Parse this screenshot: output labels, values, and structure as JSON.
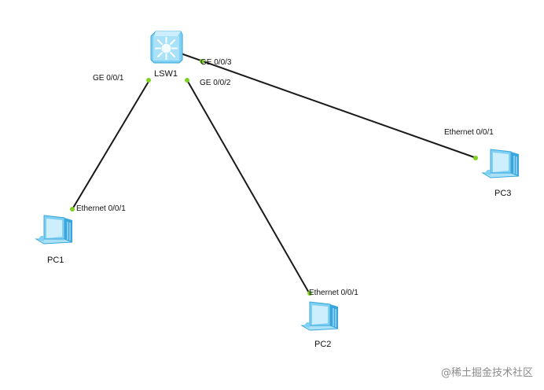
{
  "devices": {
    "switch": {
      "name": "LSW1",
      "icon": "switch-icon"
    },
    "pc1": {
      "name": "PC1",
      "icon": "pc-icon"
    },
    "pc2": {
      "name": "PC2",
      "icon": "pc-icon"
    },
    "pc3": {
      "name": "PC3",
      "icon": "pc-icon"
    }
  },
  "links": [
    {
      "from": "LSW1",
      "from_port": "GE 0/0/1",
      "to": "PC1",
      "to_port": "Ethernet 0/0/1"
    },
    {
      "from": "LSW1",
      "from_port": "GE 0/0/2",
      "to": "PC2",
      "to_port": "Ethernet 0/0/1"
    },
    {
      "from": "LSW1",
      "from_port": "GE 0/0/3",
      "to": "PC3",
      "to_port": "Ethernet 0/0/1"
    }
  ],
  "colors": {
    "link": "#1a1a1a",
    "port_dot": "#7ed321",
    "device_light": "#cdeefc",
    "device_mid": "#7fd0f2",
    "device_dark": "#3aa7dc"
  },
  "watermark": "@稀土掘金技术社区"
}
